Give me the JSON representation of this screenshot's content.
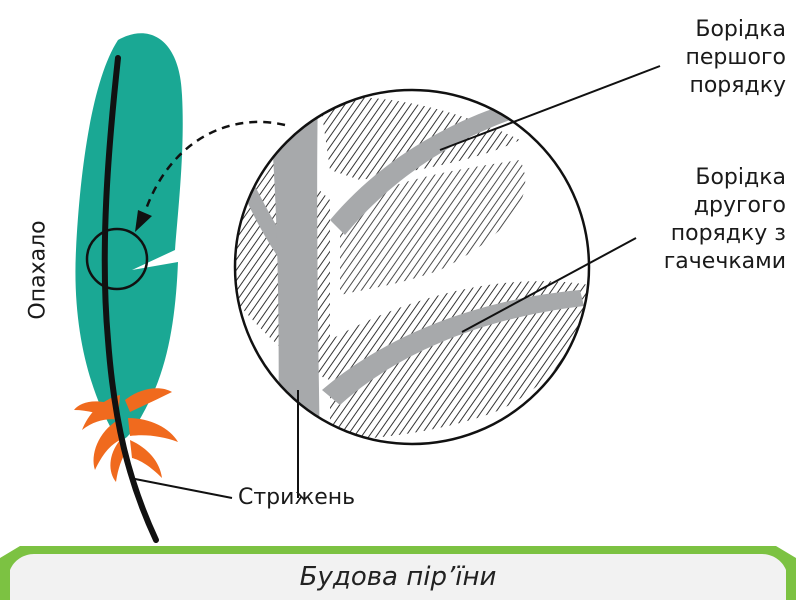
{
  "labels": {
    "first_order_barb": "Борідка\nпершого\nпорядку",
    "second_order_barb": "Борідка\nдругого\nпорядку з\nгачечками",
    "shaft": "Стрижень",
    "vane": "Опахало"
  },
  "caption": "Будова пір’їни",
  "colors": {
    "vane": "#1aa894",
    "down": "#f06a1e",
    "shaft_magnified": "#a7a9ab",
    "banner_green": "#7cc242",
    "banner_white": "#f2f2f2"
  }
}
